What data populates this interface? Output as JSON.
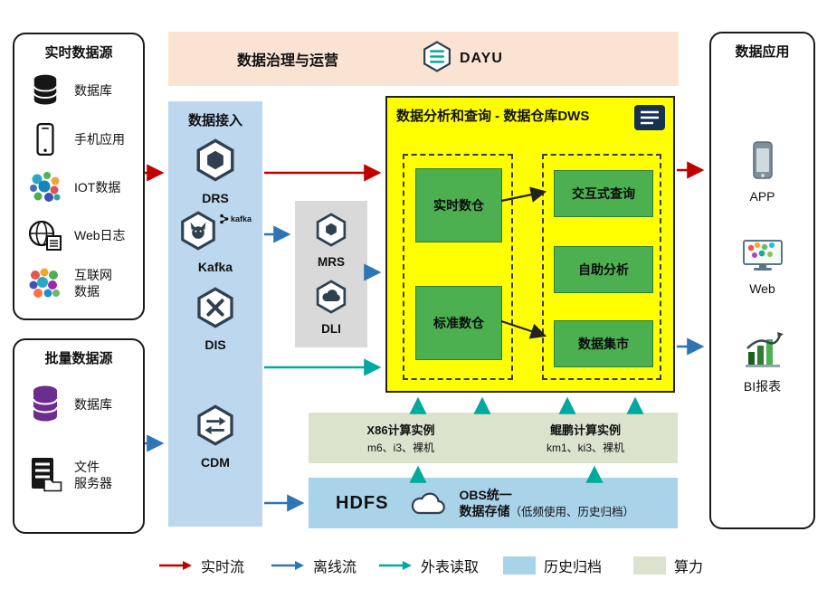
{
  "governance": {
    "title": "数据治理与运营",
    "product": "DAYU"
  },
  "realtime_sources": {
    "title": "实时数据源",
    "items": [
      {
        "label": "数据库",
        "icon": "database-icon"
      },
      {
        "label": "手机应用",
        "icon": "phone-icon"
      },
      {
        "label": "IOT数据",
        "icon": "iot-icon"
      },
      {
        "label": "Web日志",
        "icon": "web-log-icon"
      },
      {
        "label": "互联网\n数据",
        "icon": "internet-data-icon"
      }
    ]
  },
  "batch_sources": {
    "title": "批量数据源",
    "items": [
      {
        "label": "数据库",
        "icon": "purple-database-icon"
      },
      {
        "label": "文件\n服务器",
        "icon": "file-server-icon"
      }
    ]
  },
  "ingestion": {
    "title": "数据接入",
    "services": [
      {
        "label": "DRS",
        "icon": "drs-icon"
      },
      {
        "label": "Kafka",
        "icon": "kafka-icon",
        "wordmark": "kafka"
      },
      {
        "label": "DIS",
        "icon": "dis-icon"
      },
      {
        "label": "CDM",
        "icon": "cdm-icon"
      }
    ]
  },
  "processing": {
    "services": [
      {
        "label": "MRS",
        "icon": "mrs-icon"
      },
      {
        "label": "DLI",
        "icon": "dli-icon"
      }
    ]
  },
  "dws": {
    "title": "数据分析和查询 - 数据仓库DWS",
    "warehouses": [
      {
        "label": "实时数仓"
      },
      {
        "label": "标准数仓"
      }
    ],
    "services": [
      {
        "label": "交互式查询"
      },
      {
        "label": "自助分析"
      },
      {
        "label": "数据集市"
      }
    ]
  },
  "compute": {
    "x86": {
      "title": "X86计算实例",
      "subtitle": "m6、i3、裸机"
    },
    "kunpeng": {
      "title": "鲲鹏计算实例",
      "subtitle": "km1、ki3、裸机"
    }
  },
  "storage": {
    "hdfs": "HDFS",
    "obs_line1": "OBS统一",
    "obs_line2": "数据存储",
    "obs_note": "（低频使用、历史归档）"
  },
  "applications": {
    "title": "数据应用",
    "items": [
      {
        "label": "APP",
        "icon": "app-icon"
      },
      {
        "label": "Web",
        "icon": "web-monitor-icon"
      },
      {
        "label": "BI报表",
        "icon": "bi-report-icon"
      }
    ]
  },
  "legend": {
    "realtime": "实时流",
    "offline": "离线流",
    "external": "外表读取",
    "archive": "历史归档",
    "compute_power": "算力"
  },
  "colors": {
    "realtime_flow": "#c00000",
    "offline_flow": "#2e75b6",
    "external_read": "#00a99d",
    "archive_fill": "#a9d3e8",
    "compute_fill": "#dbe3cc",
    "dws_fill": "#ffff00",
    "green_box": "#4caf50",
    "ingestion_fill": "#bdd7ee",
    "governance_fill": "#fbe3d3",
    "middleware_fill": "#d9d9d9"
  }
}
